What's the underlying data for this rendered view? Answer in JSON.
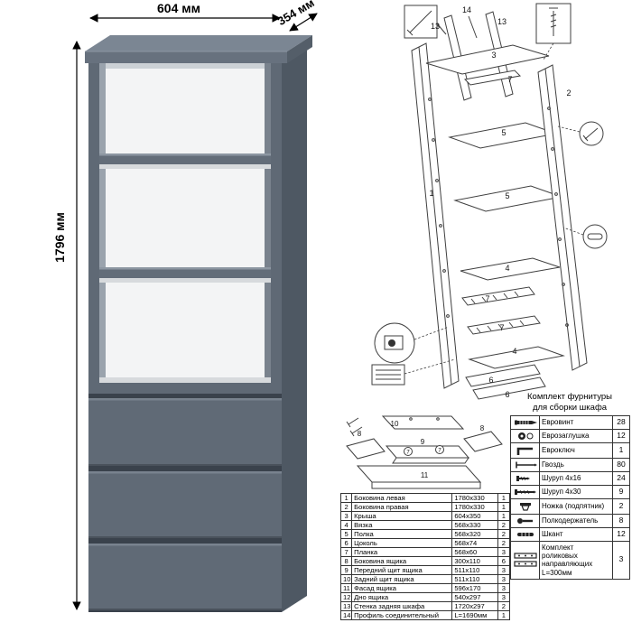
{
  "dimensions": {
    "width": "604 мм",
    "depth": "354 мм",
    "height": "1796 мм"
  },
  "explode_labels": [
    "14",
    "13",
    "13",
    "3",
    "7",
    "2",
    "5",
    "1",
    "5",
    "4",
    "7",
    "7",
    "4",
    "6",
    "6"
  ],
  "drawer_labels": [
    "10",
    "8",
    "9",
    "7",
    "7",
    "8",
    "11"
  ],
  "parts_table": {
    "rows": [
      {
        "n": "1",
        "name": "Боковина левая",
        "size": "1780x330",
        "qty": "1"
      },
      {
        "n": "2",
        "name": "Боковина правая",
        "size": "1780x330",
        "qty": "1"
      },
      {
        "n": "3",
        "name": "Крыша",
        "size": "604x350",
        "qty": "1"
      },
      {
        "n": "4",
        "name": "Вязка",
        "size": "568x330",
        "qty": "2"
      },
      {
        "n": "5",
        "name": "Полка",
        "size": "568x320",
        "qty": "2"
      },
      {
        "n": "6",
        "name": "Цоколь",
        "size": "568x74",
        "qty": "2"
      },
      {
        "n": "7",
        "name": "Планка",
        "size": "568x60",
        "qty": "3"
      },
      {
        "n": "8",
        "name": "Боковина ящика",
        "size": "300x110",
        "qty": "6"
      },
      {
        "n": "9",
        "name": "Передний щит ящика",
        "size": "511x110",
        "qty": "3"
      },
      {
        "n": "10",
        "name": "Задний щит ящика",
        "size": "511x110",
        "qty": "3"
      },
      {
        "n": "11",
        "name": "Фасад ящика",
        "size": "596x170",
        "qty": "3"
      },
      {
        "n": "12",
        "name": "Дно ящика",
        "size": "540x297",
        "qty": "3"
      },
      {
        "n": "13",
        "name": "Стенка задняя шкафа",
        "size": "1720x297",
        "qty": "2"
      },
      {
        "n": "14",
        "name": "Профиль соединительный",
        "size": "L=1690мм",
        "qty": "1"
      }
    ]
  },
  "hardware": {
    "title1": "Комплект фурнитуры",
    "title2": "для сборки шкафа",
    "rows": [
      {
        "name": "Евровинт",
        "qty": "28",
        "icon": "confirmat-screw"
      },
      {
        "name": "Еврозаглушка",
        "qty": "12",
        "icon": "screw-cap"
      },
      {
        "name": "Евроключ",
        "qty": "1",
        "icon": "hex-key"
      },
      {
        "name": "Гвоздь",
        "qty": "80",
        "icon": "nail"
      },
      {
        "name": "Шуруп 4x16",
        "qty": "24",
        "icon": "screw-short"
      },
      {
        "name": "Шуруп 4x30",
        "qty": "9",
        "icon": "screw-long"
      },
      {
        "name": "Ножка (подпятник)",
        "qty": "2",
        "icon": "foot-glide"
      },
      {
        "name": "Полкодержатель",
        "qty": "8",
        "icon": "shelf-pin"
      },
      {
        "name": "Шкант",
        "qty": "12",
        "icon": "dowel"
      },
      {
        "name": "Комплект роликовых направляющих L=300мм",
        "qty": "3",
        "icon": "drawer-slide"
      }
    ]
  },
  "colors": {
    "cabinet_front": "#5f6975",
    "cabinet_side": "#4e5863",
    "cabinet_top": "#7b8693",
    "interior": "#f3f4f5",
    "outline": "#3f3f3f",
    "background": "#ffffff"
  }
}
